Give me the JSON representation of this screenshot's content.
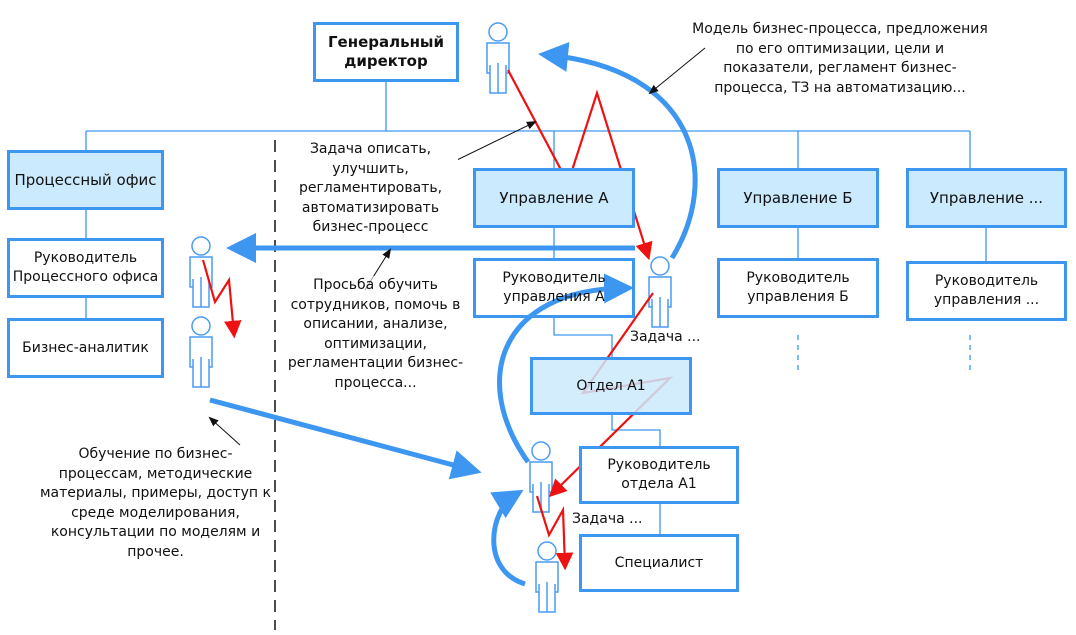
{
  "boxes": {
    "ceo": "Генеральный директор",
    "process_office": "Процессный офис",
    "po_head": "Руководитель Процессного офиса",
    "analyst": "Бизнес-аналитик",
    "dept_a": "Управление А",
    "dept_b": "Управление Б",
    "dept_etc": "Управление ...",
    "head_a": "Руководитель управления А",
    "head_b": "Руководитель управления Б",
    "head_etc": "Руководитель управления ...",
    "unit_a1": "Отдел А1",
    "head_a1": "Руководитель отдела А1",
    "specialist": "Специалист"
  },
  "notes": {
    "model": "Модель бизнес-процесса, предложения по его оптимизации, цели и показатели, регламент бизнес-процесса, ТЗ на автоматизацию...",
    "task_describe": "Задача описать, улучшить, регламентировать, автоматизировать бизнес-процесс",
    "request_train": "Просьба обучить сотрудников, помочь в описании, анализе, оптимизации, регламентации бизнес-процесса...",
    "training": "Обучение по бизнес-процессам, методические материалы, примеры, доступ к среде моделирования, консультации по моделям и прочее.",
    "task1": "Задача ...",
    "task2": "Задача ..."
  },
  "colors": {
    "blue": "#3d96f0",
    "fill": "#cbeafd",
    "red": "#ee1111"
  }
}
